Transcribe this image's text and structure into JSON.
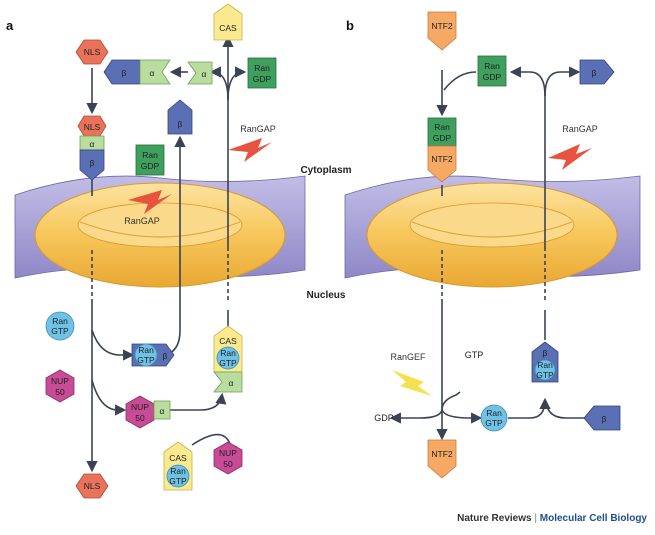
{
  "panels": {
    "a": "a",
    "b": "b"
  },
  "regions": {
    "cytoplasm": "Cytoplasm",
    "nucleus": "Nucleus"
  },
  "labels": {
    "nls": "NLS",
    "alpha": "α",
    "beta": "β",
    "cas": "CAS",
    "ran": "Ran",
    "gdp": "GDP",
    "gtp": "GTP",
    "nup": "NUP",
    "fifty": "50",
    "ntf2": "NTF2",
    "rangap": "RanGAP",
    "ranGef": "RanGEF",
    "gdp_free": "GDP",
    "gtp_free": "GTP"
  },
  "credit": {
    "publisher": "Nature Reviews",
    "separator": "|",
    "journal": "Molecular Cell Biology"
  },
  "colors": {
    "membrane": "#a9a3d6",
    "pore": "#f7c65a",
    "nls": "#e8735a",
    "alpha": "#b9dc9f",
    "beta": "#5a6fb4",
    "ranGdp": "#3f9f5e",
    "ranGtp": "#6fc2e6",
    "cas": "#fbe98f",
    "nup50": "#c74b95",
    "ntf2": "#f6a865",
    "gap": "#e8533f",
    "gef": "#f5e04e",
    "arrow": "#3a4356"
  }
}
